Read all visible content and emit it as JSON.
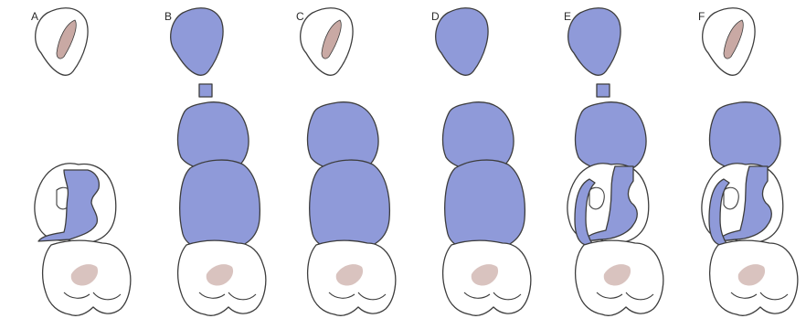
{
  "figure": {
    "panels": [
      {
        "label": "A",
        "filled": [
          "crown-lower"
        ]
      },
      {
        "label": "B",
        "filled": [
          "premolar",
          "connector",
          "pontic-upper",
          "pontic-lower"
        ]
      },
      {
        "label": "C",
        "filled": [
          "pontic-upper",
          "pontic-lower"
        ]
      },
      {
        "label": "D",
        "filled": [
          "premolar",
          "pontic-upper",
          "pontic-lower"
        ]
      },
      {
        "label": "E",
        "filled": [
          "premolar",
          "connector",
          "pontic-upper",
          "crown-lower-with-lingual-arm"
        ]
      },
      {
        "label": "F",
        "filled": [
          "pontic-upper",
          "crown-lower-with-lingual-arm"
        ]
      }
    ],
    "colors": {
      "fill": "#8f9ad9",
      "outline": "#3d3d3d",
      "tooth": "#ffffff",
      "pulp": "#c9a9a4"
    }
  }
}
